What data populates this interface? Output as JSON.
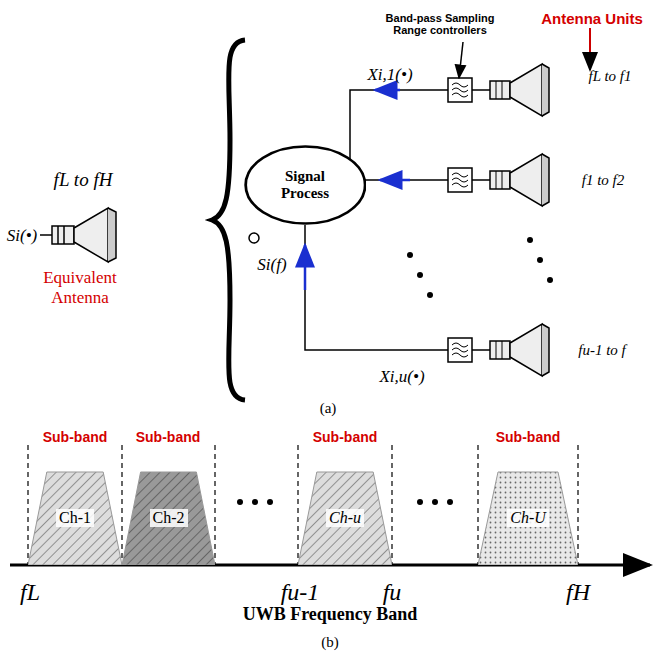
{
  "diagram": {
    "nodes": [
      {
        "text": [
          "Signal Process"
        ]
      },
      {
        "text": [
          "Ch-1"
        ]
      },
      {
        "text": [
          "Ch-2"
        ]
      },
      {
        "text": [
          "Ch-u"
        ]
      },
      {
        "text": [
          "Ch-U"
        ]
      }
    ],
    "labels": [
      "fL to fH",
      "Si(•)",
      "Equivalent Antenna",
      "Band-pass Sampling Range controllers",
      "Antenna Units",
      "Xi,1(•)",
      "fL to f1",
      "f1 to f2",
      "Si(f)",
      "fu-1 to f",
      "Xi,u(•)",
      "(a)",
      "Sub-band",
      "Sub-band",
      "Sub-band",
      "Sub-band",
      "fL",
      "fu-1",
      "fu",
      "fH",
      "UWB Frequency Band",
      "(b)"
    ]
  }
}
